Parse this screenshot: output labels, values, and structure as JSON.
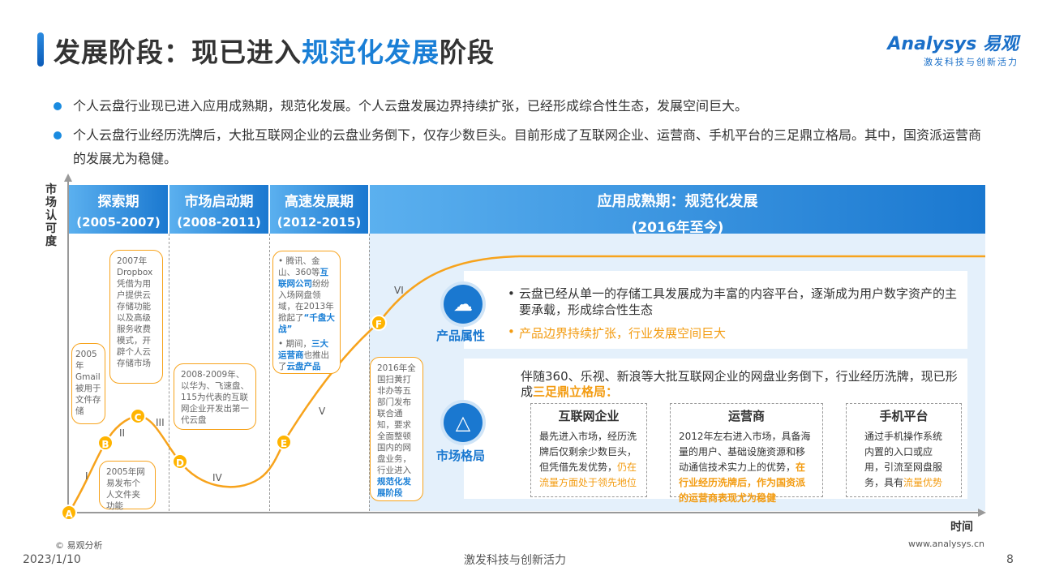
{
  "header": {
    "title_prefix": "发展阶段：现已进入",
    "title_highlight": "规范化发展",
    "title_suffix": "阶段",
    "logo_brand": "Analysys 易观",
    "logo_slogan": "激发科技与创新活力"
  },
  "bullets": [
    "个人云盘行业现已进入应用成熟期，规范化发展。个人云盘发展边界持续扩张，已经形成综合性生态，发展空间巨大。",
    "个人云盘行业经历洗牌后，大批互联网企业的云盘业务倒下，仅存少数巨头。目前形成了互联网企业、运营商、手机平台的三足鼎立格局。其中，国资派运营商的发展尤为稳健。"
  ],
  "axes": {
    "y_label": "市场认可度",
    "x_label": "时间"
  },
  "stages": [
    {
      "name": "探索期",
      "years": "(2005-2007)"
    },
    {
      "name": "市场启动期",
      "years": "(2008-2011)"
    },
    {
      "name": "高速发展期",
      "years": "(2012-2015)"
    },
    {
      "name": "应用成熟期：规范化发展",
      "years": "(2016年至今)"
    }
  ],
  "markers": [
    "A",
    "B",
    "C",
    "D",
    "E",
    "F"
  ],
  "romans": [
    "I",
    "II",
    "III",
    "IV",
    "V",
    "VI"
  ],
  "callouts": {
    "gmail": "2005年Gmail被用于文件存储",
    "dropbox": "2007年Dropbox凭借为用户提供云存储功能以及高级服务收费模式，开辟个人云存储市场",
    "netease": "2005年网易发布个人文件夹功能",
    "huawei": "2008-2009年、以华为、飞速盘、115为代表的互联网企业开发出第一代云盘",
    "e1_a": "腾讯、金山、360等",
    "e1_b": "互联网公司",
    "e1_c": "纷纷入场网盘领域，在2013年掀起了",
    "e1_d": "“千盘大战”",
    "e2_a": "期间，",
    "e2_b": "三大运营商",
    "e2_c": "也推出了",
    "e2_d": "云盘产品",
    "f_a": "2016年全国扫黄打非办等五部门发布联合通知，要求全面整顿国内的网盘业务，行业进入",
    "f_b": "规范化发展阶段"
  },
  "product": {
    "label": "产品属性",
    "point1": "云盘已经从单一的存储工具发展成为丰富的内容平台，逐渐成为用户数字资产的主要承载，形成综合性生态",
    "point2": "产品边界持续扩张，行业发展空间巨大"
  },
  "market": {
    "label": "市场格局",
    "intro": "伴随360、乐视、新浪等大批互联网企业的网盘业务倒下，行业经历洗牌，现已形成",
    "intro_hl": "三足鼎立格局：",
    "cols": [
      {
        "title": "互联网企业",
        "text": "最先进入市场，经历洗牌后仅剩余少数巨头，但凭借先发优势，",
        "hl": "仍在流量方面处于领先地位"
      },
      {
        "title": "运营商",
        "text": "2012年左右进入市场，具备海量的用户、基础设施资源和移动通信技术实力上的优势，",
        "hl": "在行业经历洗牌后，作为国资派的运营商表现尤为稳健"
      },
      {
        "title": "手机平台",
        "text": "通过手机操作系统内置的入口或应用，引流至网盘服务，具有",
        "hl": "流量优势"
      }
    ]
  },
  "footer": {
    "copyright": "© 易观分析",
    "website": "www.analysys.cn",
    "date": "2023/1/10",
    "slogan": "激发科技与创新活力",
    "page": "8"
  }
}
